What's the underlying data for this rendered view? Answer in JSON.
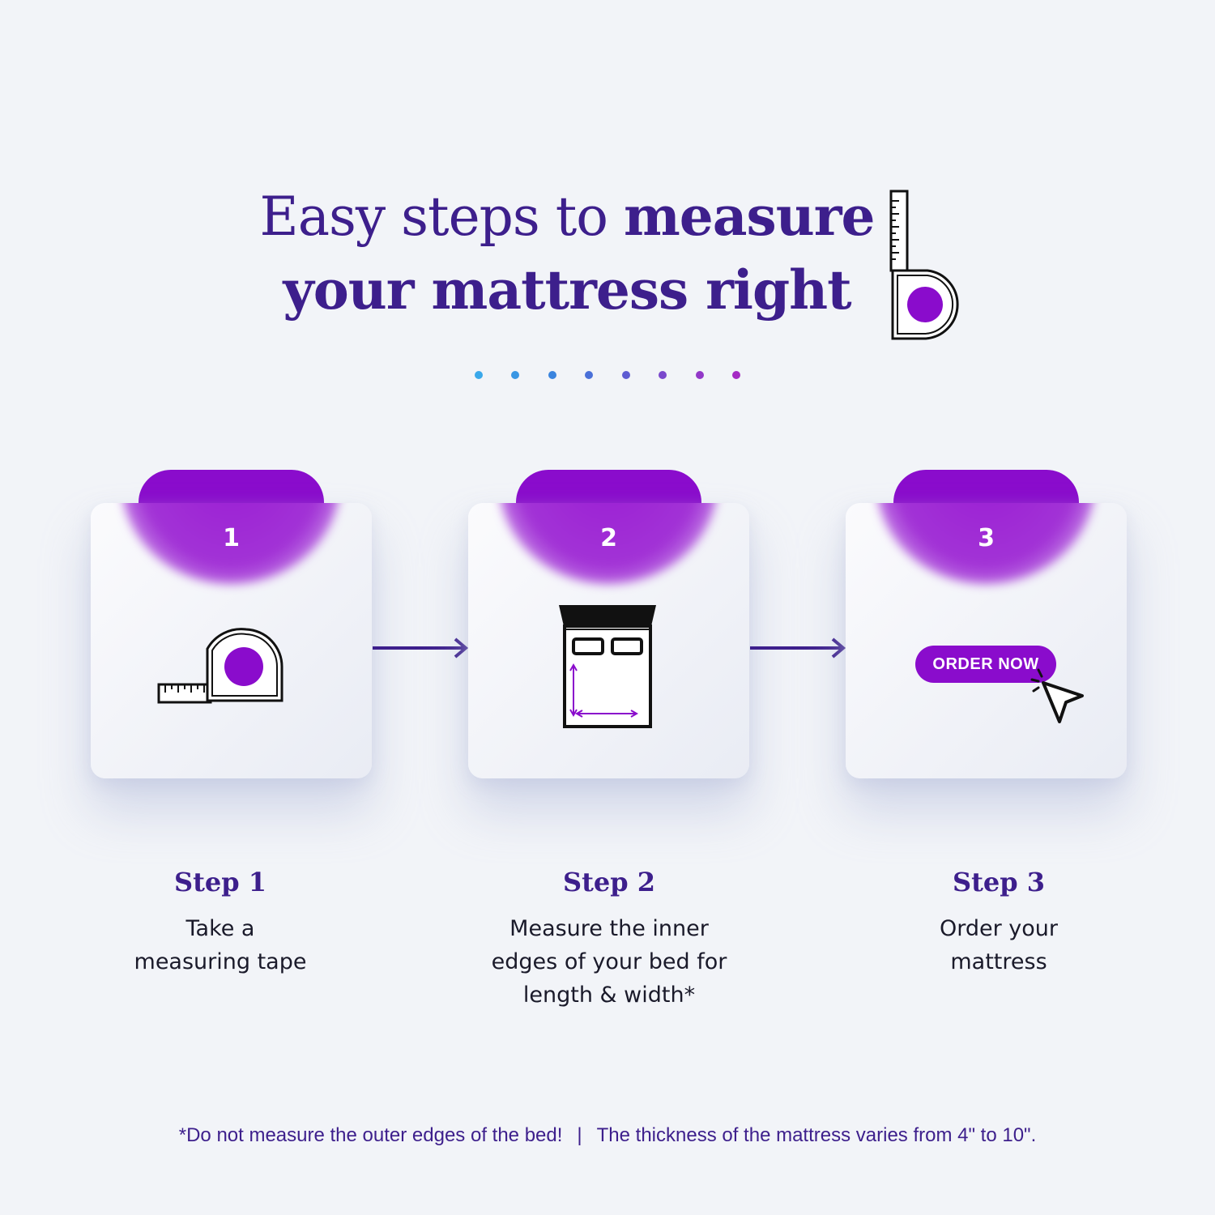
{
  "headline": {
    "line1_light": "Easy steps to ",
    "line1_bold": "measure",
    "line2_bold": "your mattress right"
  },
  "colors": {
    "accent": "#8a0ccc",
    "heading": "#3d1f8c",
    "dots": [
      "#3aa8ea",
      "#3896e4",
      "#3a84de",
      "#4a70d8",
      "#5e5cd2",
      "#7a48cc",
      "#9238c8",
      "#a52ac4"
    ]
  },
  "steps": [
    {
      "number": "1",
      "title": "Step 1",
      "description": "Take a\nmeasuring tape",
      "icon": "tape-measure-icon"
    },
    {
      "number": "2",
      "title": "Step 2",
      "description": "Measure the inner\nedges of your bed for\nlength & width*",
      "icon": "bed-icon"
    },
    {
      "number": "3",
      "title": "Step 3",
      "description": "Order your\nmattress",
      "icon": "cursor-icon",
      "button_label": "ORDER NOW"
    }
  ],
  "footnote": {
    "left": "*Do not measure the outer edges of the bed!",
    "separator": "|",
    "right": "The thickness of the mattress varies from 4\" to 10\"."
  }
}
